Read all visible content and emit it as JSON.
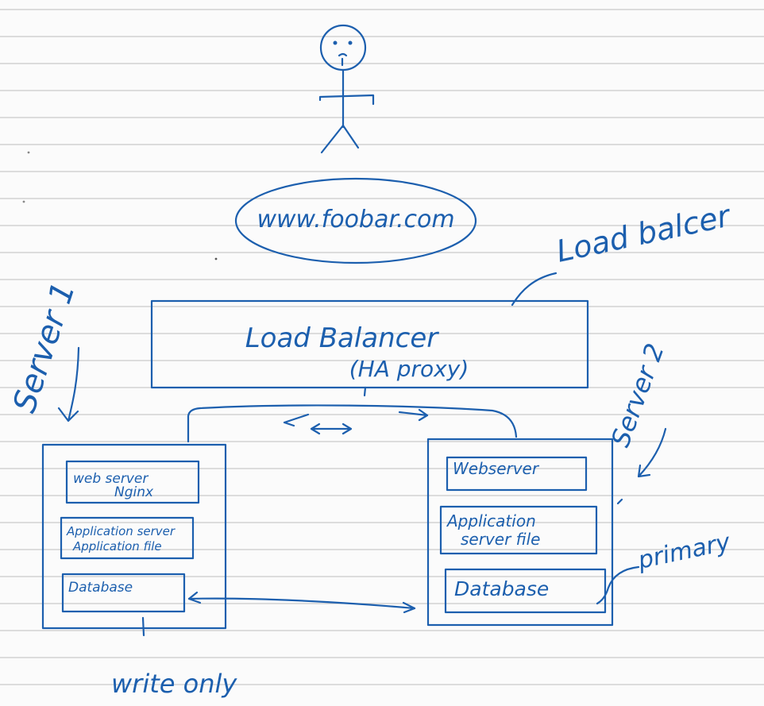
{
  "domain_url": "www.foobar.com",
  "load_balancer_note": "Load balcer",
  "load_balancer": {
    "title": "Load Balancer",
    "subtitle": "(HA proxy)"
  },
  "server1": {
    "side_label": "Server 1",
    "web_server": {
      "line1": "web server",
      "line2": "Nginx"
    },
    "app_server": {
      "line1": "Application server",
      "line2": "Application file"
    },
    "database": "Database",
    "role_note": "write only"
  },
  "server2": {
    "side_label": "Server 2",
    "web_server": "Webserver",
    "app_server": {
      "line1": "Application",
      "line2": "server file"
    },
    "database": "Database",
    "role_note": "primary"
  },
  "colors": {
    "ink": "#1c5fae",
    "paper": "#fbfbfb",
    "rule": "#c9c9c9"
  }
}
